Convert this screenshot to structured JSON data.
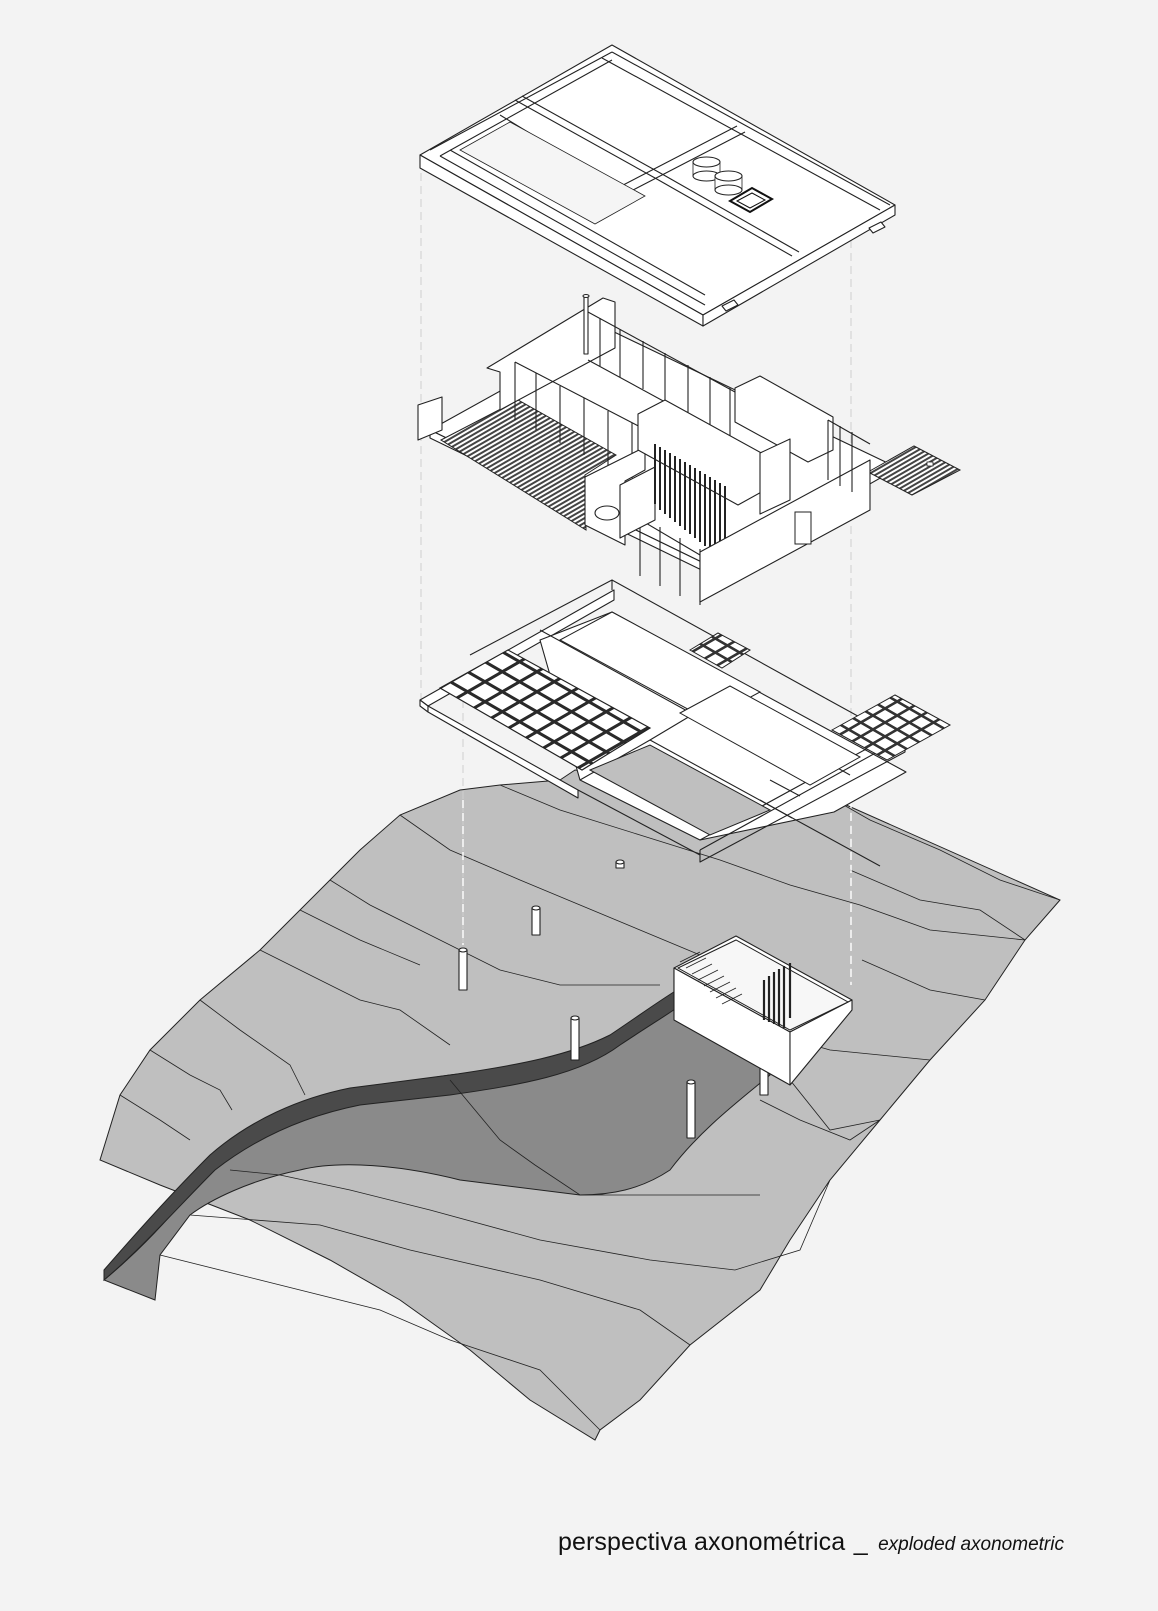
{
  "caption": {
    "main": "perspectiva axonométrica",
    "separator": "_",
    "subtitle": "exploded axonometric"
  },
  "drawing": {
    "type": "exploded axonometric",
    "layers": [
      {
        "id": "roof",
        "label": "roof slab with beams, water tanks and skylight"
      },
      {
        "id": "living-floor",
        "label": "living level with walls, glazing, wooden decks and vertical slats"
      },
      {
        "id": "floor-structure",
        "label": "floor beam grid with grating panels"
      },
      {
        "id": "terrain",
        "label": "sloped terrain with contour lines, columns, stair volume and retaining wall"
      }
    ],
    "colors": {
      "background": "#f3f3f3",
      "terrain": "#bfbfbf",
      "terrain_cut": "#8a8a8a",
      "retaining_wall": "#4a4a4a",
      "elements": "#ffffff",
      "line": "#222222"
    }
  }
}
